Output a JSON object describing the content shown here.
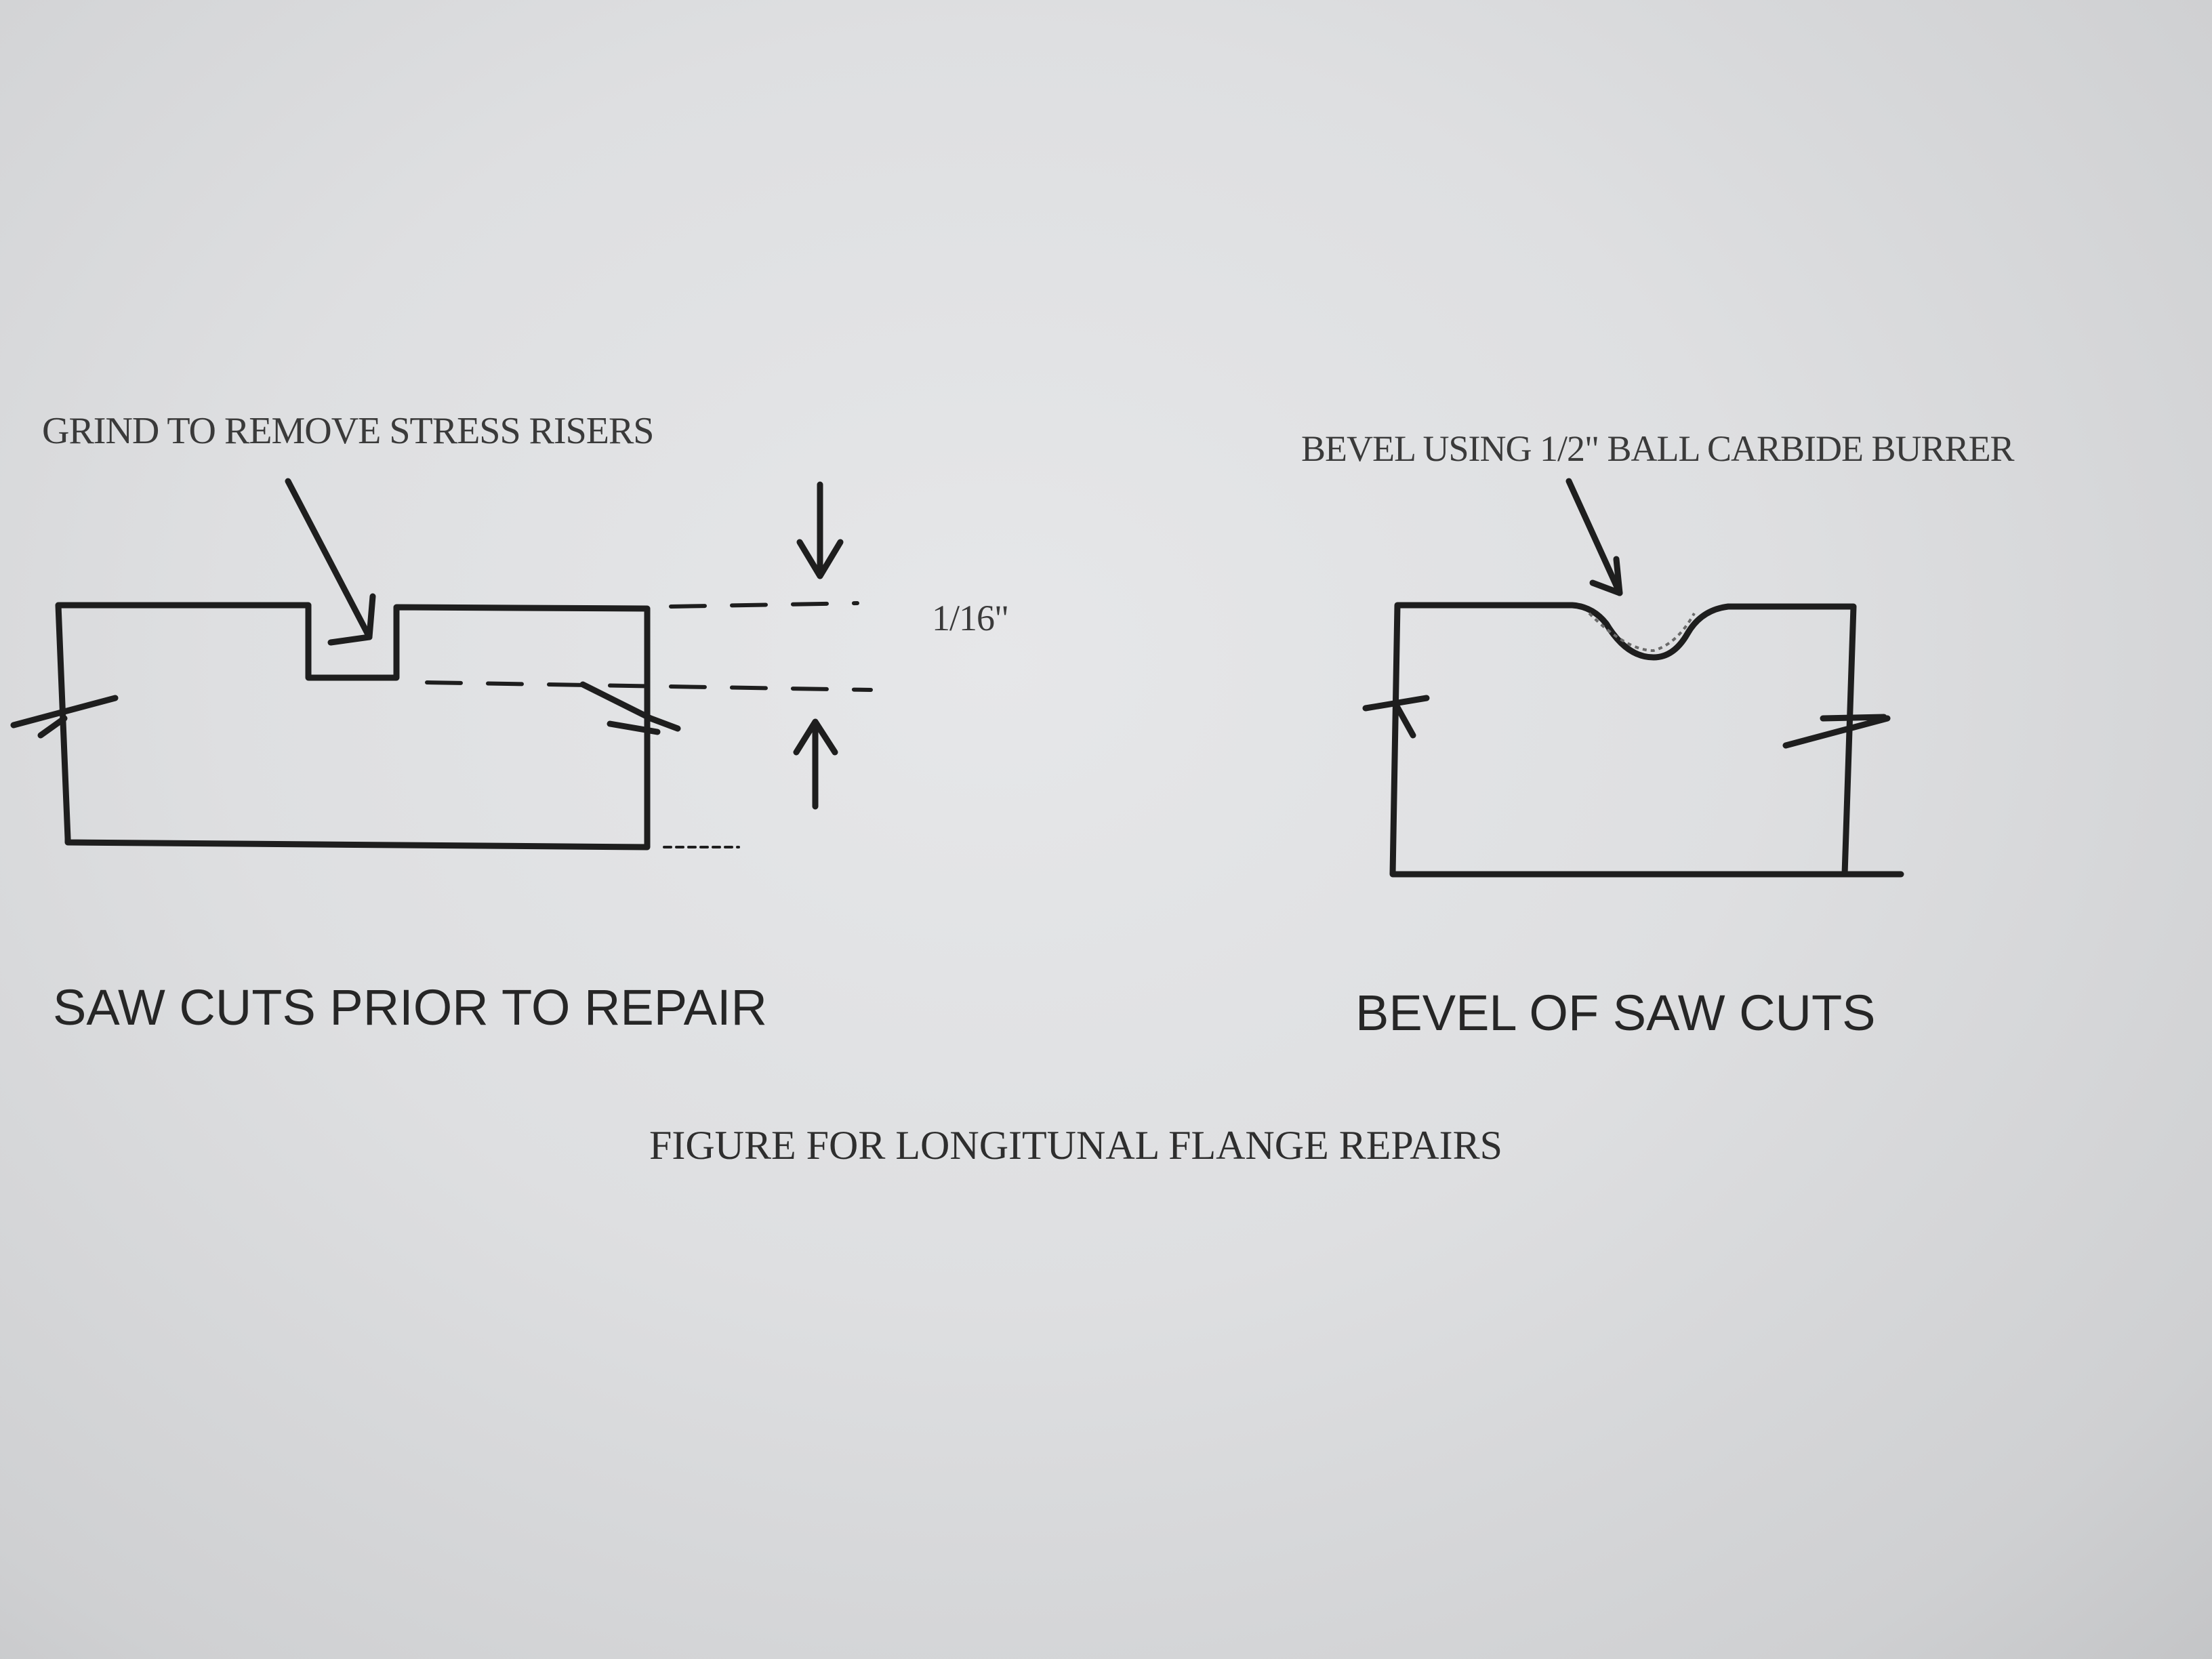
{
  "left_figure": {
    "annotation": "GRIND TO REMOVE STRESS RISERS",
    "dimension": "1/16\"",
    "caption": "SAW CUTS PRIOR TO REPAIR"
  },
  "right_figure": {
    "annotation": "BEVEL USING 1/2\" BALL CARBIDE BURRER",
    "caption": "BEVEL OF SAW CUTS"
  },
  "figure_title": "FIGURE FOR LONGITUNAL FLANGE REPAIRS",
  "colors": {
    "paper": "#e2e3e5",
    "ink": "#1e1e1e"
  }
}
